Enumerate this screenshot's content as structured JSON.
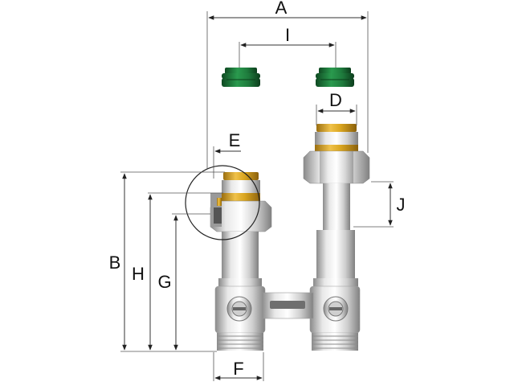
{
  "dimensions": {
    "A": "A",
    "B": "B",
    "D": "D",
    "E": "E",
    "F": "F",
    "G": "G",
    "H": "H",
    "I": "I",
    "J": "J"
  },
  "colors": {
    "chrome_light": "#e6e6e6",
    "chrome_mid": "#b8b8b8",
    "chrome_dark": "#7a7a7a",
    "brass": "#d9a520",
    "brass_dark": "#9b6f10",
    "seal_green": "#1e7a3c",
    "seal_dark": "#0f4a22"
  }
}
